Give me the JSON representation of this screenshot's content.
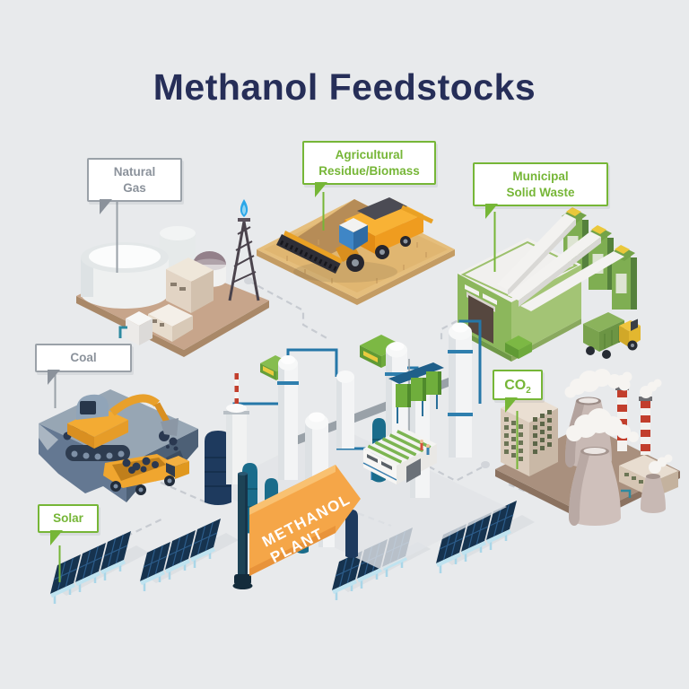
{
  "title": "Methanol Feedstocks",
  "callouts": {
    "natural_gas": {
      "line1": "Natural",
      "line2": "Gas"
    },
    "agricultural": {
      "line1": "Agricultural",
      "line2": "Residue/Biomass"
    },
    "municipal": {
      "line1": "Municipal",
      "line2": "Solid Waste"
    },
    "coal": {
      "line1": "Coal"
    },
    "co2": {
      "base": "CO",
      "subscript": "2"
    },
    "solar": {
      "line1": "Solar"
    }
  },
  "plant_sign": {
    "line1": "METHANOL",
    "line2": "PLANT"
  },
  "illustrations": {
    "natural_gas": "natural-gas-facility",
    "agricultural": "combine-harvester-field",
    "municipal": "waste-sorting-facility",
    "coal": "coal-excavation-site",
    "co2": "fossil-power-plant",
    "solar": "solar-panel-arrays",
    "center": "methanol-plant"
  },
  "colors": {
    "background": "#e8eaec",
    "title_text": "#262e58",
    "accent_green": "#76b637",
    "label_gray_border": "#9aa1a8",
    "label_gray_text": "#8b929b",
    "sign_orange": "#f5a648",
    "pole_navy": "#1d4356",
    "connector_gray": "#c7cbd1",
    "solar_panel_navy": "#16334f",
    "plant_tank_navy": "#1e3a5e",
    "plant_teal": "#1a6c8b",
    "plant_green": "#7cb844",
    "field_wheat": "#e5be7c",
    "harvester_orange": "#f3a028",
    "waste_green": "#8cb75c",
    "coal_rock_blue": "#5f7288",
    "machine_yellow": "#f1a62f",
    "powerplant_beige": "#d6c7b8",
    "chimney_red": "#c23e2c"
  }
}
